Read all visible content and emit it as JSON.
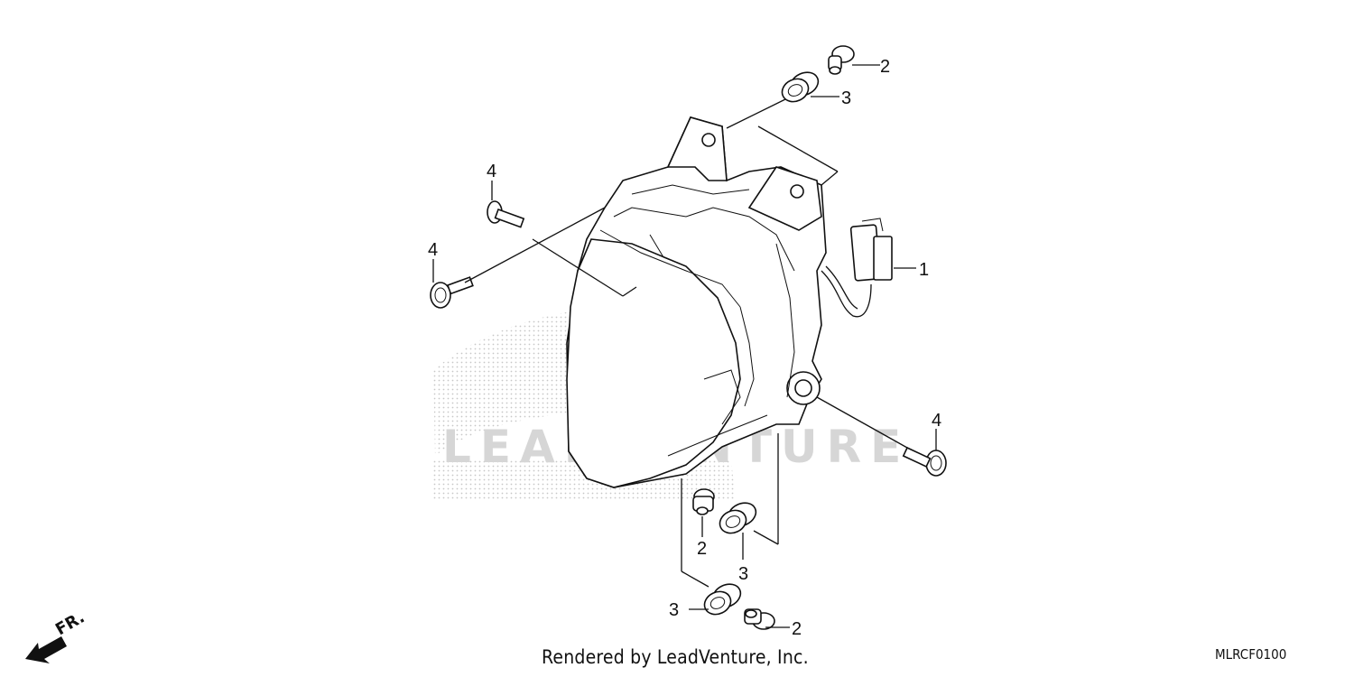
{
  "callouts": {
    "c1": "1",
    "c2_top": "2",
    "c3_top": "3",
    "c4_upper": "4",
    "c4_left": "4",
    "c4_right": "4",
    "c2_mid": "2",
    "c3_mid": "3",
    "c3_bottom": "3",
    "c2_bottom": "2"
  },
  "watermark": {
    "text": "LEADVENTURE",
    "logo": "honda-wing-logo"
  },
  "direction": {
    "label": "FR.",
    "icon": "front-arrow-icon"
  },
  "footer": {
    "credit": "Rendered by LeadVenture, Inc.",
    "code": "MLRCF0100"
  },
  "colors": {
    "line": "#111111",
    "watermark": "#bdbdbd",
    "background": "#ffffff"
  }
}
